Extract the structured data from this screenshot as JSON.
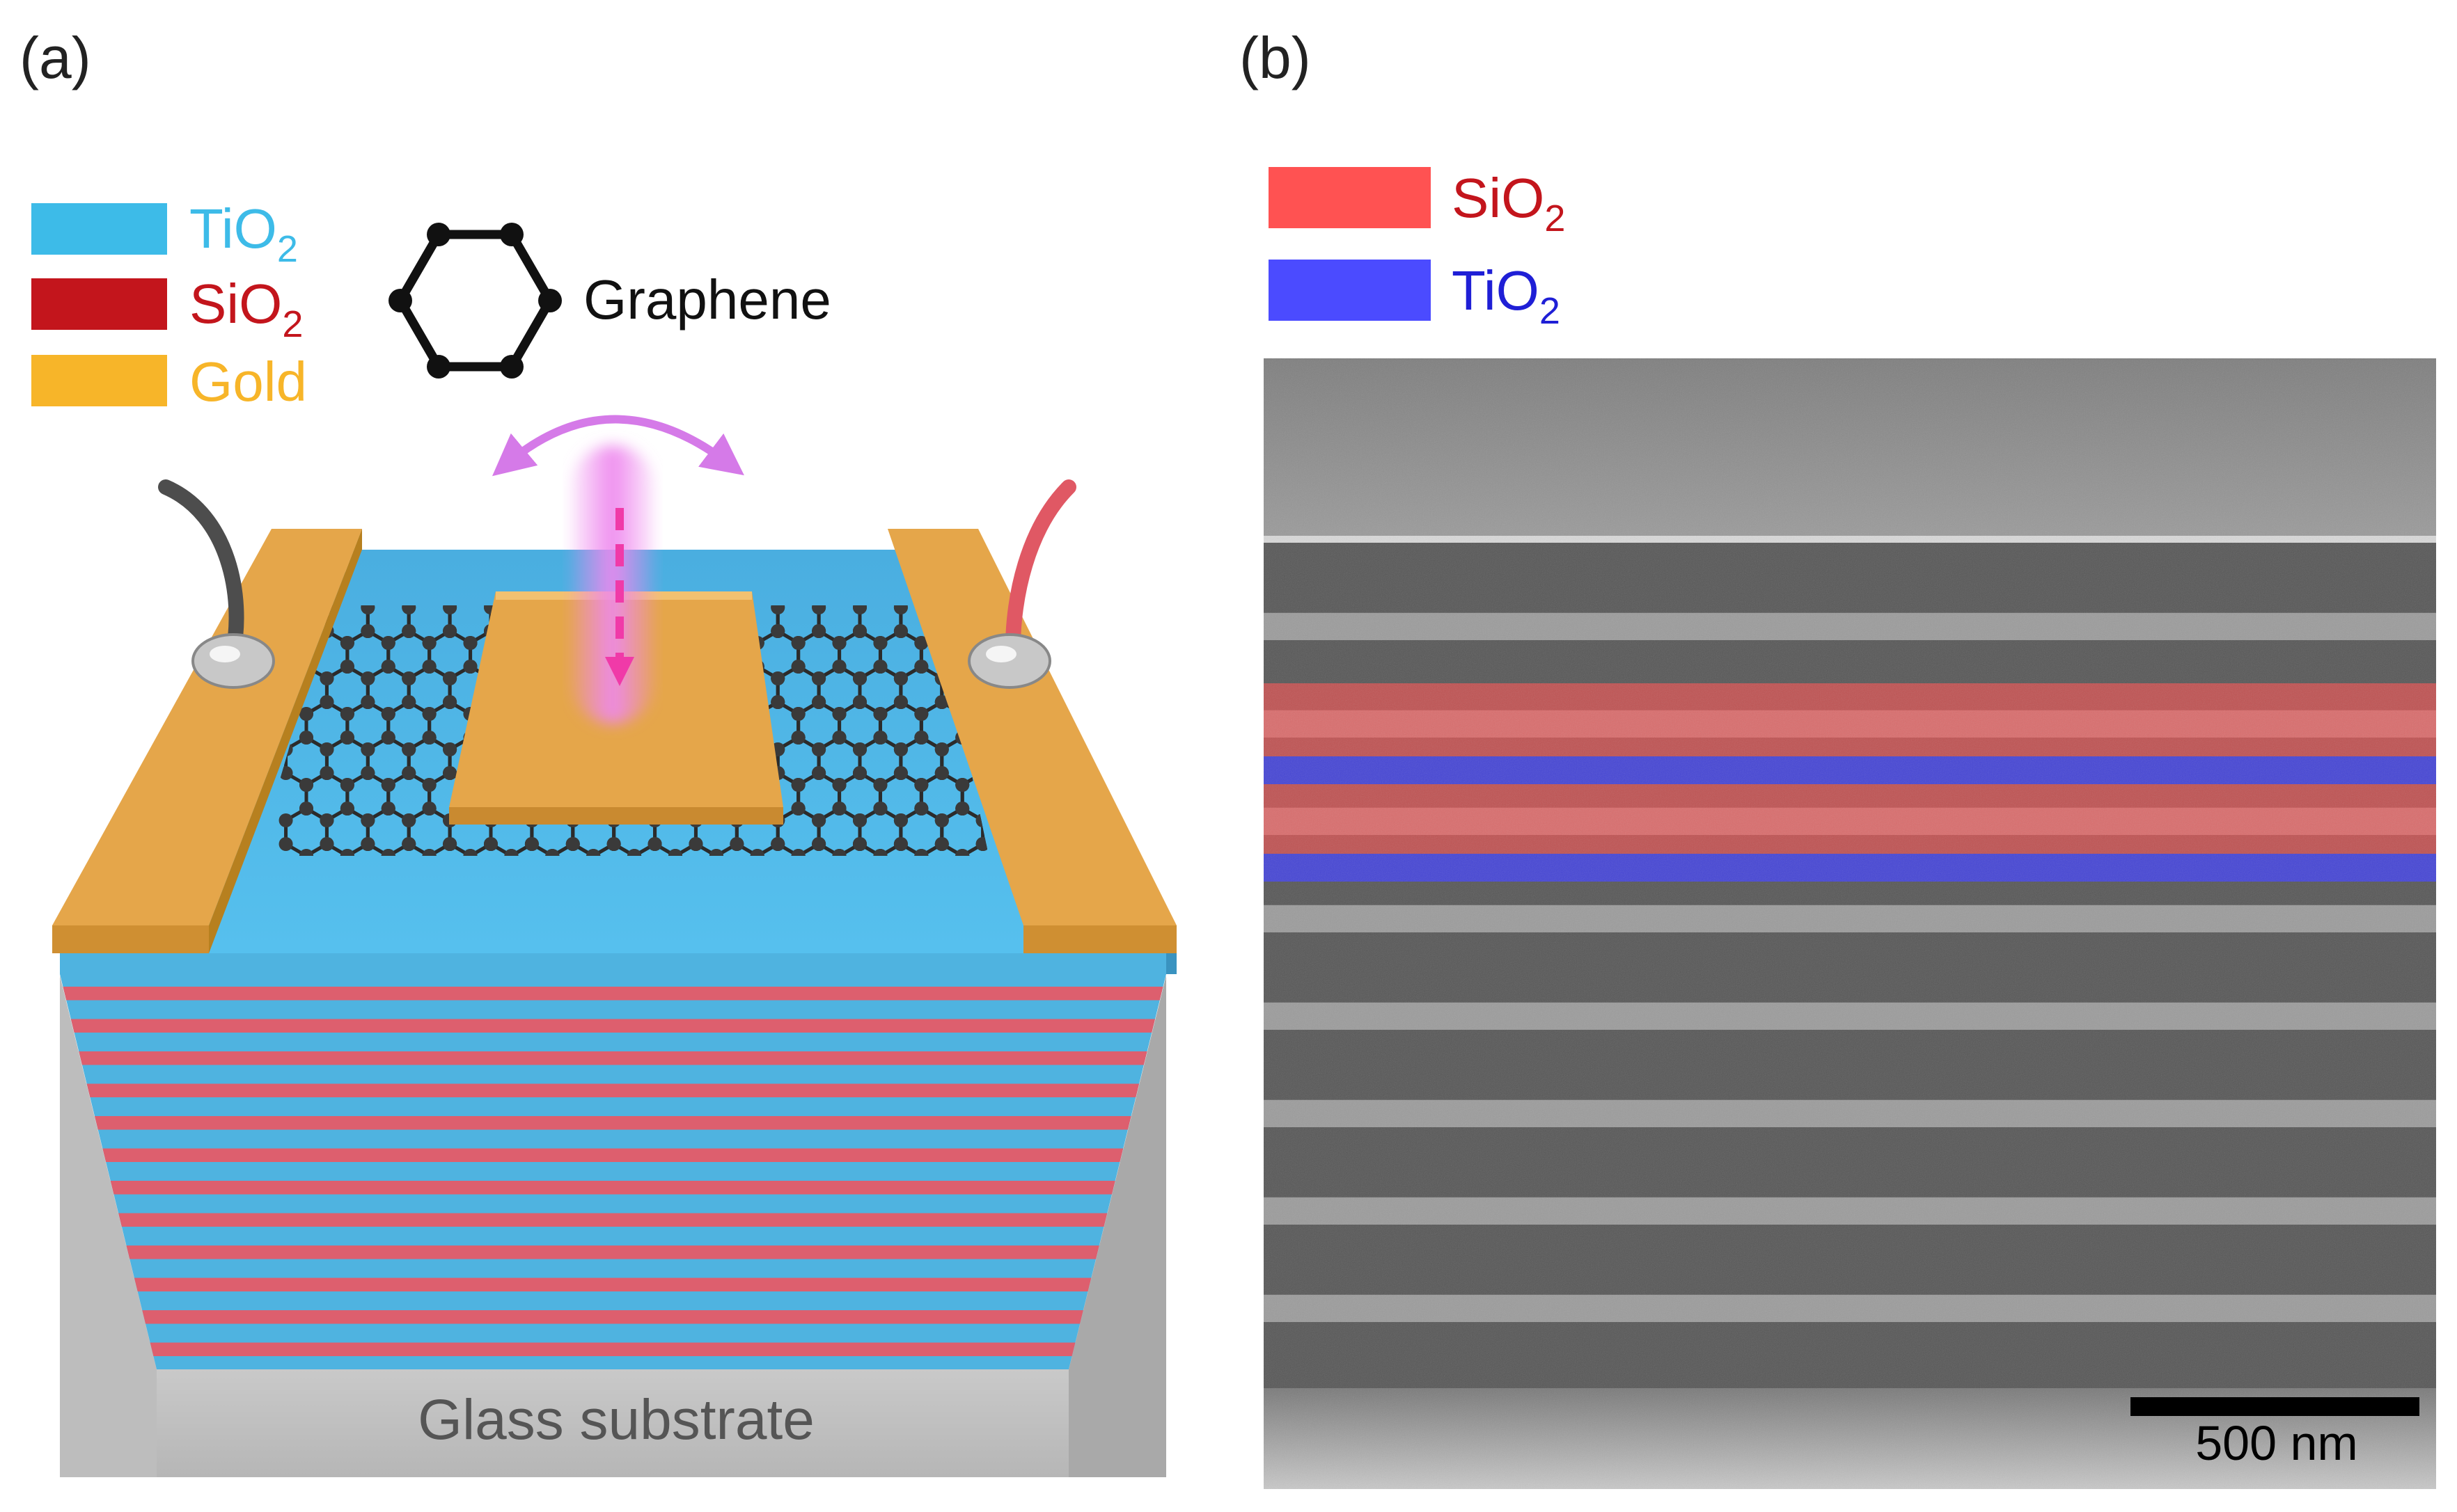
{
  "panel_a": {
    "label": "(a)",
    "legend": [
      {
        "base": "TiO",
        "sub": "2",
        "color": "#3dbbe8",
        "text_color": "#3dbbe8"
      },
      {
        "base": "SiO",
        "sub": "2",
        "color": "#c3151c",
        "text_color": "#c3151c"
      },
      {
        "base": "Gold",
        "sub": "",
        "color": "#f7b529",
        "text_color": "#f7b529"
      }
    ],
    "graphene_label": "Graphene",
    "substrate_label": "Glass substrate",
    "colors": {
      "tio2_layer": "#4fb3e0",
      "sio2_layer": "#dd5f6e",
      "gold": "#e5a64a",
      "light_beam": "#ee88ee",
      "wire_left": "#555555",
      "wire_right": "#e05864"
    }
  },
  "panel_b": {
    "label": "(b)",
    "legend": [
      {
        "base": "SiO",
        "sub": "2",
        "color": "#ff5252",
        "text_color": "#c3151c"
      },
      {
        "base": "TiO",
        "sub": "2",
        "color": "#4b4bff",
        "text_color": "#1f1fd6"
      }
    ],
    "scale_bar_label": "500 nm"
  }
}
